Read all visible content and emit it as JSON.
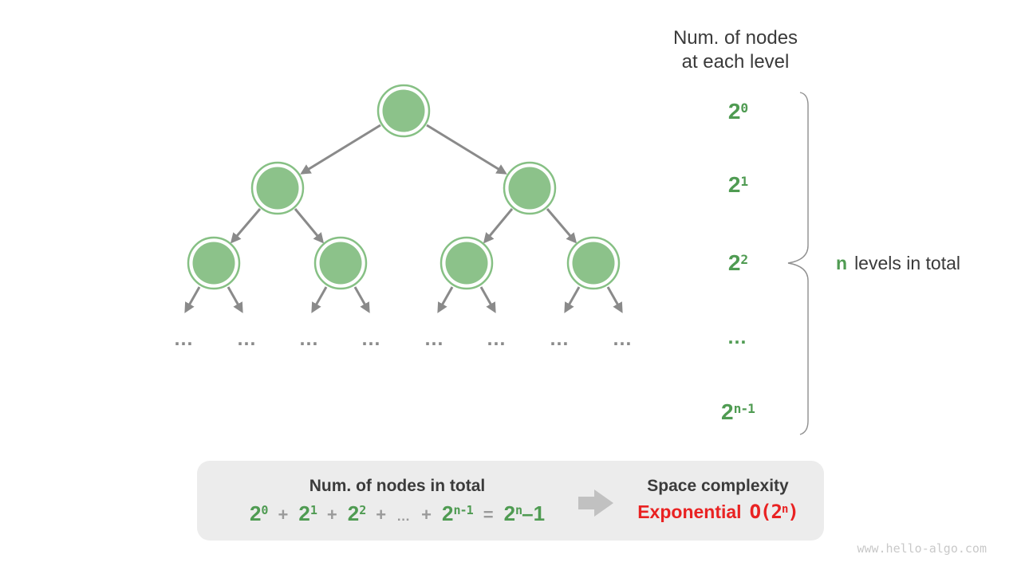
{
  "header": {
    "line1": "Num. of nodes",
    "line2": "at each level"
  },
  "levels": [
    {
      "base": "2",
      "sup": "0"
    },
    {
      "base": "2",
      "sup": "1"
    },
    {
      "base": "2",
      "sup": "2"
    },
    {
      "base": "…",
      "sup": ""
    },
    {
      "base": "2",
      "sup": "n-1"
    }
  ],
  "brace_label": {
    "n": "n",
    "text": "levels in total"
  },
  "tree": {
    "ellipsis": "…"
  },
  "summary": {
    "left_title": "Num. of nodes in total",
    "plus": "+",
    "dots": "…",
    "equals": "=",
    "terms": [
      {
        "base": "2",
        "sup": "0"
      },
      {
        "base": "2",
        "sup": "1"
      },
      {
        "base": "2",
        "sup": "2"
      },
      {
        "base": "2",
        "sup": "n-1"
      }
    ],
    "result": {
      "base": "2",
      "sup": "n",
      "tail": "–1"
    },
    "right_title": "Space complexity",
    "complexity_word": "Exponential",
    "big_o_prefix": "O(2",
    "big_o_sup": "n",
    "big_o_suffix": ")"
  },
  "watermark": "www.hello-algo.com",
  "colors": {
    "node_green_fill": "#8cc28a",
    "node_green_ring": "#86c084",
    "text_green": "#4f9b52",
    "edge_gray": "#8a8a8a",
    "heading_gray": "#3a3a3a",
    "operator_gray": "#9a9a9a",
    "complexity_red": "#e92222",
    "box_background": "#ececec",
    "block_arrow_gray": "#c1c1c1",
    "watermark_gray": "#c9c9c9"
  }
}
